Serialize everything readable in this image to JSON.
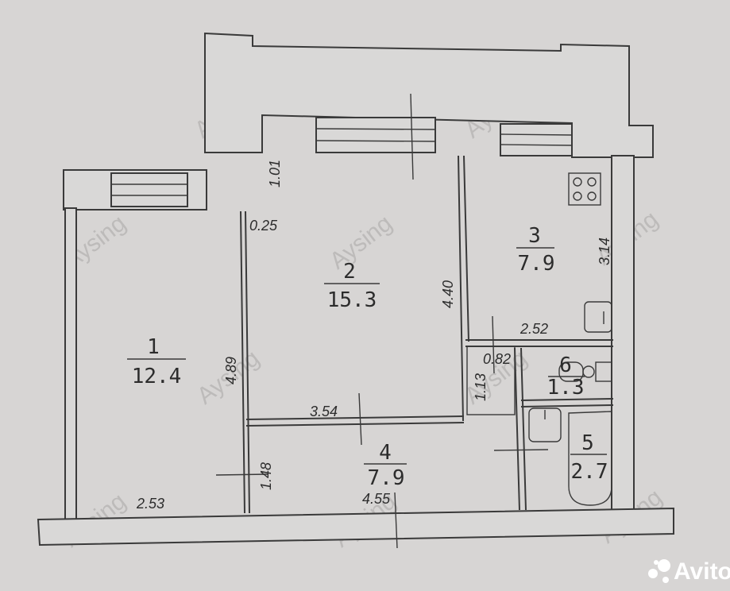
{
  "watermark": "Aysing",
  "logo": {
    "text": "Avito"
  },
  "rooms": [
    {
      "number": "1",
      "area": "12.4"
    },
    {
      "number": "2",
      "area": "15.3"
    },
    {
      "number": "3",
      "area": "7.9"
    },
    {
      "number": "4",
      "area": "7.9"
    },
    {
      "number": "5",
      "area": "2.7"
    },
    {
      "number": "6",
      "area": "1.3"
    }
  ],
  "dimensions": {
    "d101": "1.01",
    "d025": "0.25",
    "d440": "4.40",
    "d314": "3.14",
    "d252": "2.52",
    "d489": "4.89",
    "d082": "0.82",
    "d113": "1.13",
    "d354": "3.54",
    "d148": "1.48",
    "d253": "2.53",
    "d455": "4.55"
  }
}
